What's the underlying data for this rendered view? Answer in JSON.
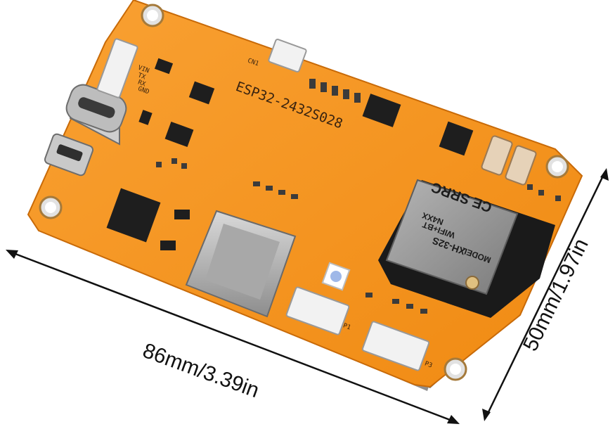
{
  "dimensions": {
    "width_label": "86mm/3.39in",
    "height_label": "50mm/1.97in"
  },
  "board": {
    "silkscreen": "ESP32-2432S028",
    "model_label": "MODEL",
    "model_name": "XH-32S",
    "wifi_label": "WIFI+BT",
    "code": "N4XX",
    "cert": "SRRC",
    "ce_mark": "CE",
    "pin_labels": [
      "VIN",
      "TX",
      "RX",
      "GND"
    ],
    "connectors": [
      "P1",
      "P3",
      "CN1"
    ],
    "colors": {
      "pcb": "#f7941d",
      "metal": "#b8b8b8",
      "module": "#9a9a9a",
      "chip": "#1c1c1c"
    }
  }
}
